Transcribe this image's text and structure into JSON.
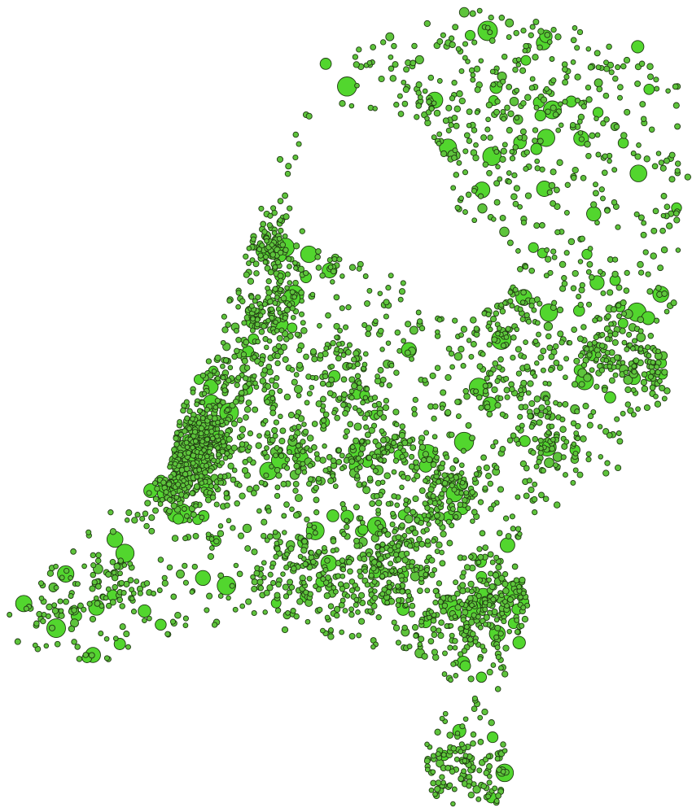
{
  "map": {
    "kind": "proportional-symbol point map",
    "region_shape": "Netherlands",
    "background_color": "#ffffff",
    "symbol": {
      "shape": "circle",
      "fill": "#5ec43c",
      "large_fill": "#52d62e",
      "stroke": "#1f3a12"
    }
  }
}
